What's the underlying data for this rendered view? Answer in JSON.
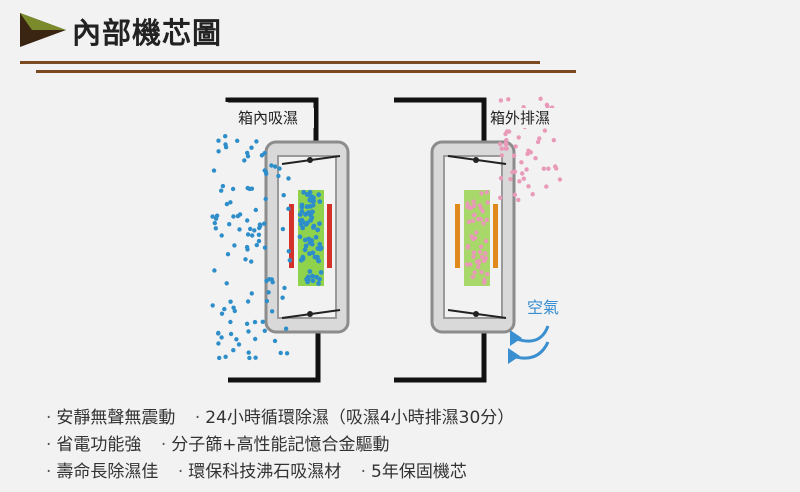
{
  "title": "內部機芯圖",
  "labels": {
    "left_unit": "箱內吸濕",
    "right_unit": "箱外排濕",
    "air": "空氣"
  },
  "colors": {
    "arrow_green": "#7b8b2c",
    "arrow_dark": "#3a2412",
    "rule": "#7a4a22",
    "blue_dot": "#2e8ec9",
    "pink_dot": "#e89ab8",
    "heater_red": "#d2322a",
    "heater_orange": "#e08a1e",
    "air_arrow": "#3a8fd0"
  },
  "features": [
    [
      "安靜無聲無震動",
      "24小時循環除濕（吸濕4小時排濕30分）"
    ],
    [
      "省電功能強",
      "分子篩+高性能記憶合金驅動"
    ],
    [
      "壽命長除濕佳",
      "環保科技沸石吸濕材",
      "5年保固機芯"
    ]
  ]
}
